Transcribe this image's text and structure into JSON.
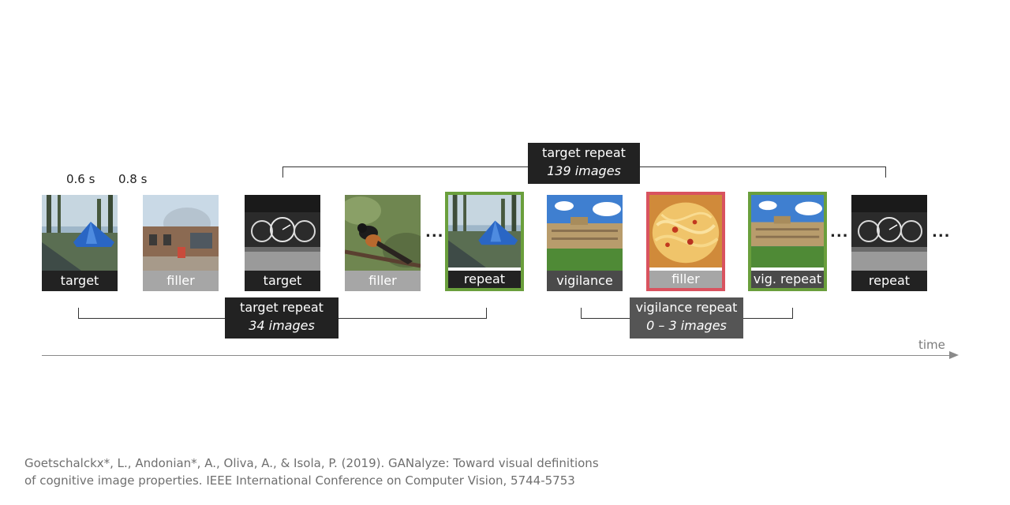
{
  "timings": {
    "stimulus": "0.6 s",
    "gap": "0.8 s"
  },
  "tiles": [
    {
      "caption": "target",
      "image": "camping-tent-photo"
    },
    {
      "caption": "filler",
      "image": "glass-dome-building-photo"
    },
    {
      "caption": "target",
      "image": "car-dashboard-photo"
    },
    {
      "caption": "filler",
      "image": "bird-on-branch-photo"
    },
    {
      "caption": "repeat",
      "image": "camping-tent-photo",
      "frame": "green"
    },
    {
      "caption": "vigilance",
      "image": "palace-photo"
    },
    {
      "caption": "filler",
      "image": "spaghetti-photo",
      "frame": "red"
    },
    {
      "caption": "vig. repeat",
      "image": "palace-photo",
      "frame": "green"
    },
    {
      "caption": "repeat",
      "image": "car-dashboard-photo"
    }
  ],
  "ellipsis": "...",
  "brackets": {
    "long_repeat": {
      "title": "target repeat",
      "subtitle": "139 images"
    },
    "short_repeat": {
      "title": "target repeat",
      "subtitle": "34 images"
    },
    "vigilance_repeat": {
      "title": "vigilance repeat",
      "subtitle": "0 – 3 images"
    }
  },
  "axis": {
    "label": "time"
  },
  "citation": {
    "line1": "Goetschalckx*, L., Andonian*, A., Oliva, A., & Isola, P. (2019). GANalyze: Toward visual definitions",
    "line2": "of cognitive image properties. IEEE International Conference on Computer Vision, 5744-5753"
  },
  "colors": {
    "green_frame": "#6a9f3c",
    "red_frame": "#d9535f",
    "target_caption": "#222222",
    "filler_caption": "#a6a6a6",
    "vigilance_caption": "#4a4a4a",
    "dark_label": "#222222",
    "gray_label": "#555555"
  }
}
